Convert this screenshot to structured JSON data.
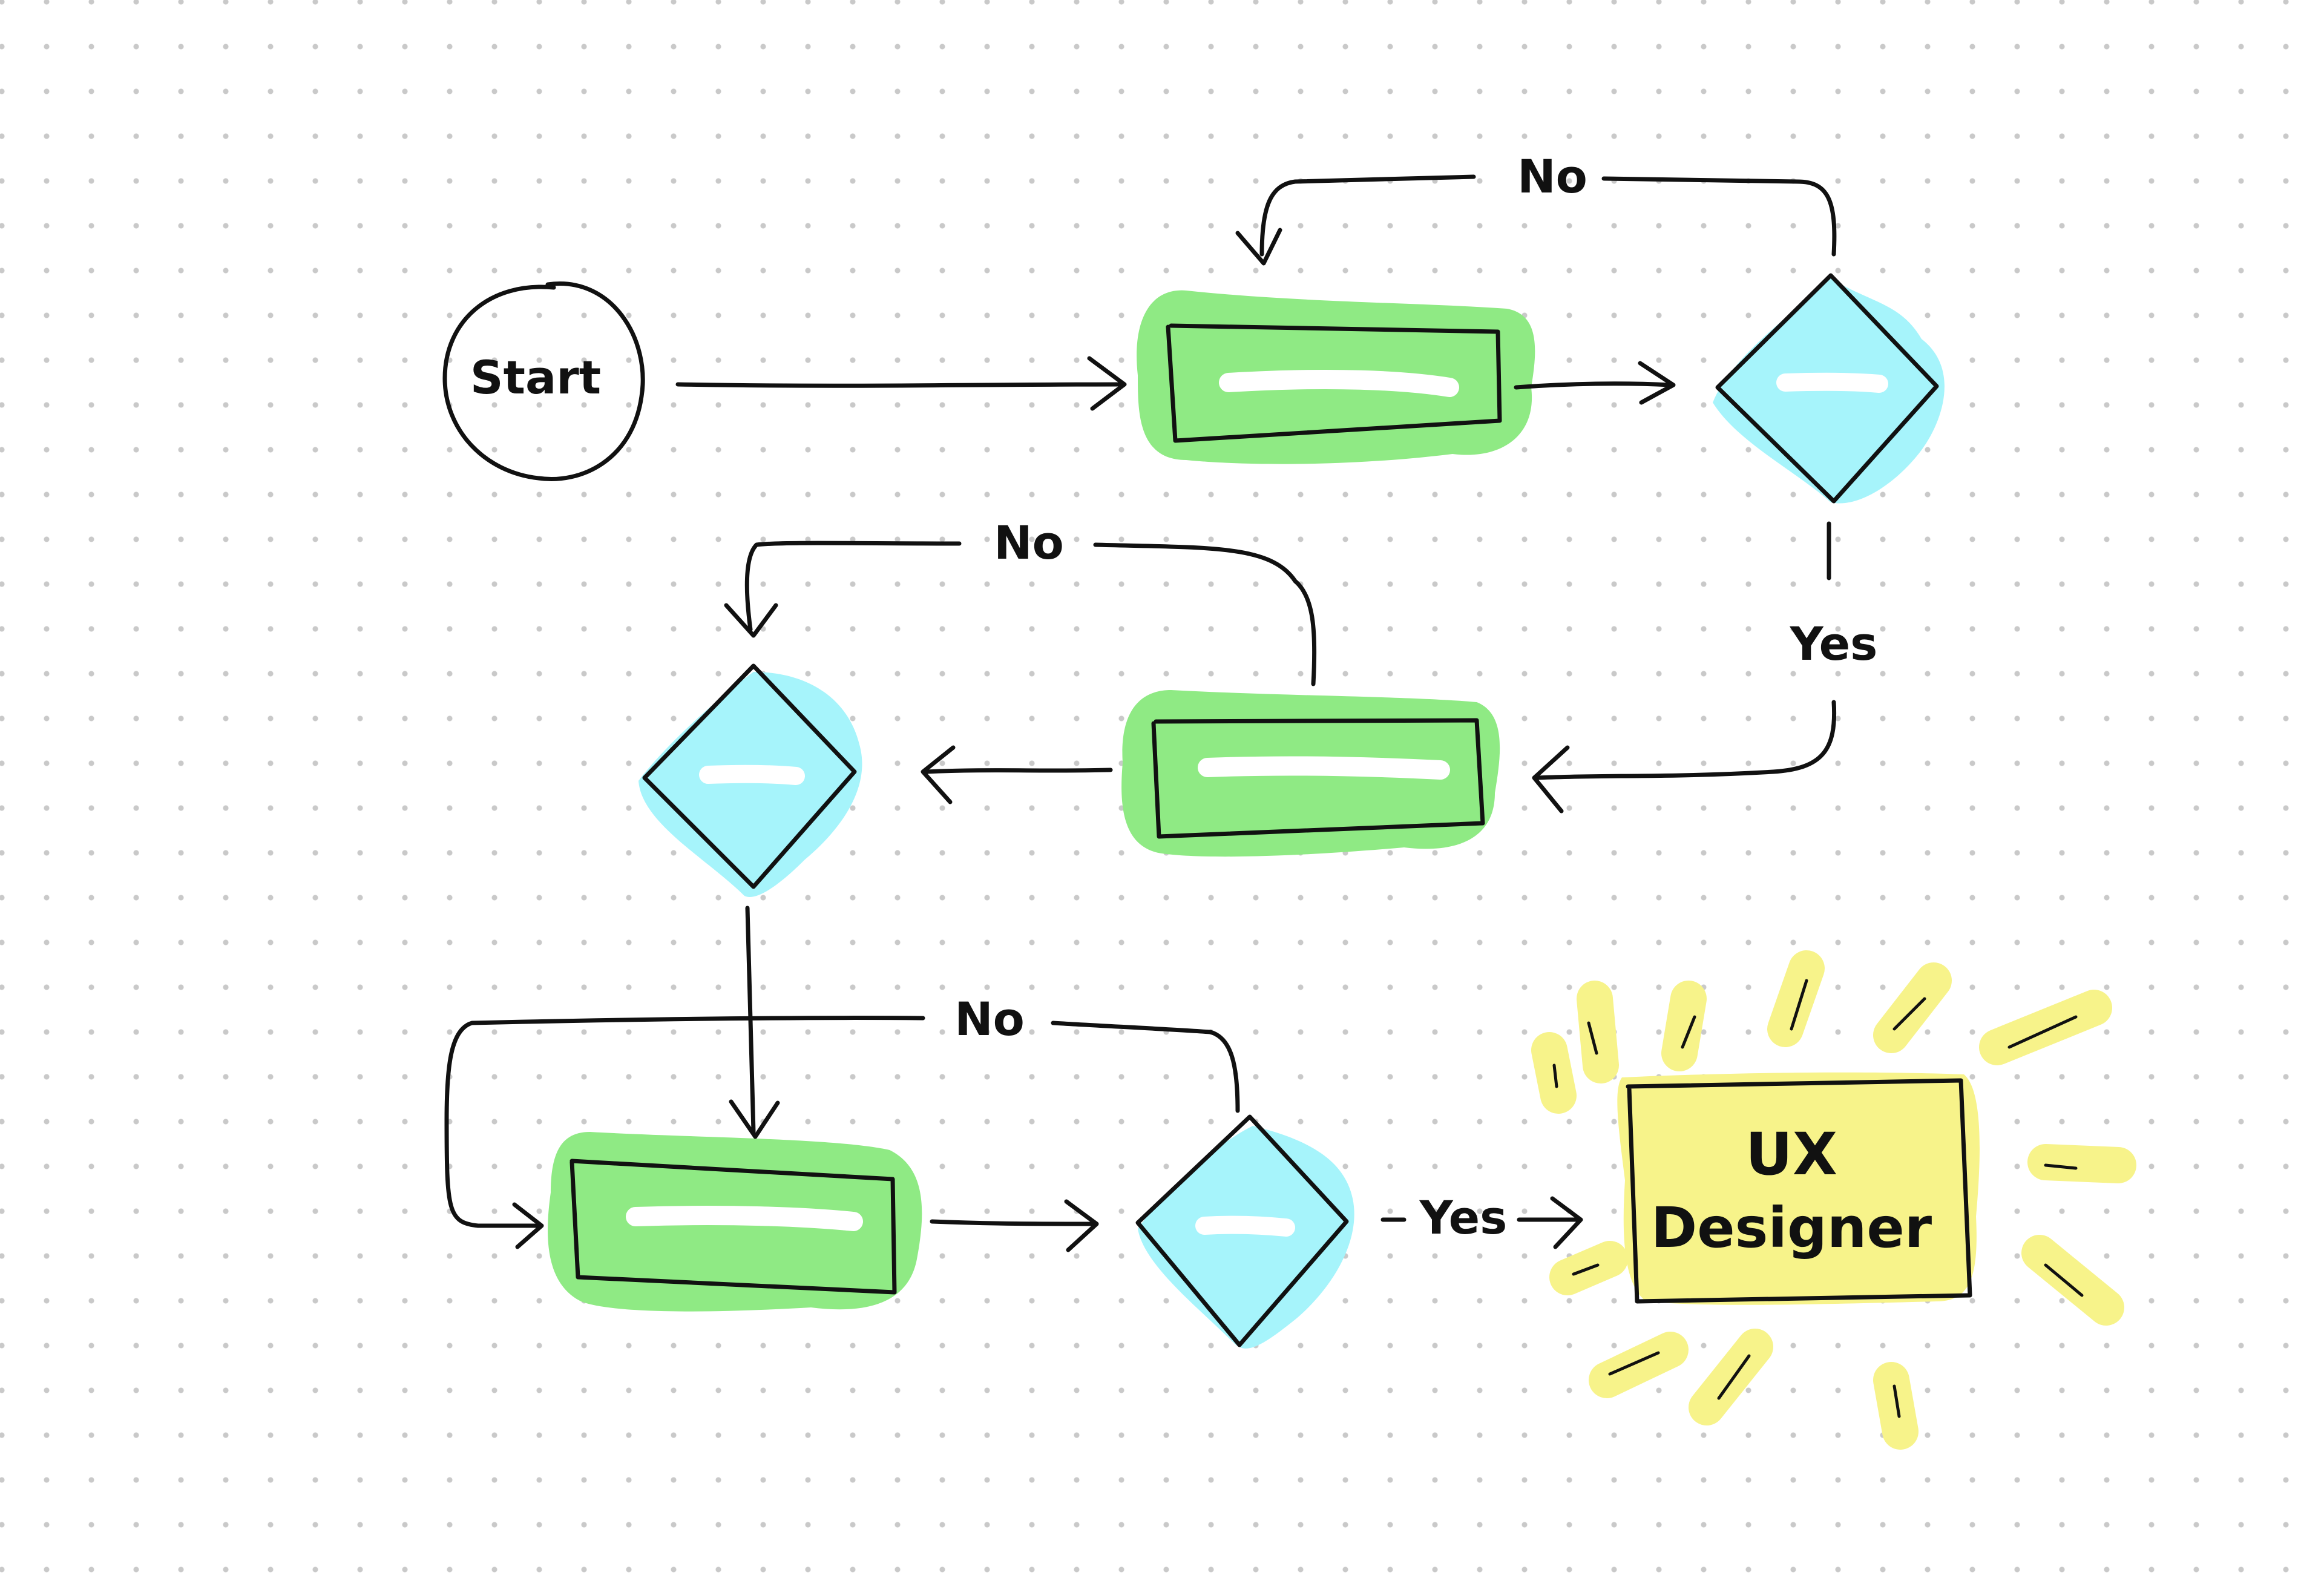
{
  "flowchart": {
    "start_label": "Start",
    "end_label_line1": "UX",
    "end_label_line2": "Designer",
    "no_label_top": "No",
    "yes_label_right": "Yes",
    "no_label_middle": "No",
    "no_label_bottom": "No",
    "yes_label_bottom": "Yes"
  },
  "colors": {
    "process_fill": "#8fea84",
    "decision_fill": "#a6f4fb",
    "end_fill": "#f7f38a",
    "ink": "#111111",
    "highlight_bar": "#ffffff"
  }
}
